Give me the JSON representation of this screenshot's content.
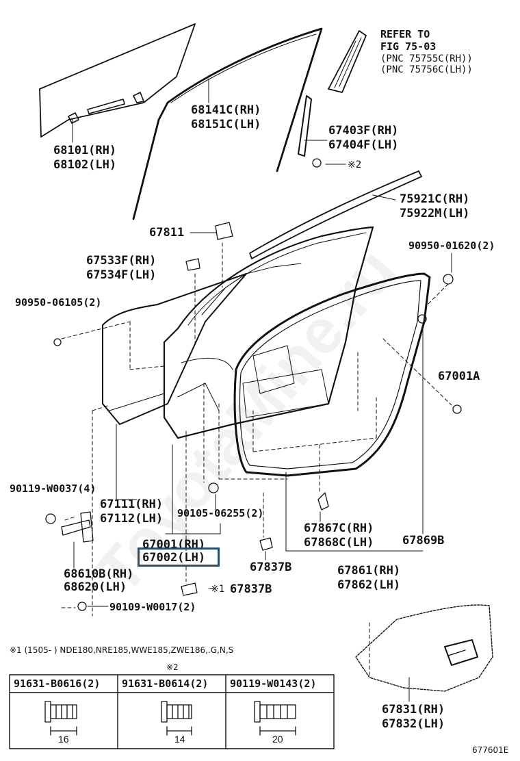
{
  "refer": {
    "line1": "REFER TO",
    "line2": "FIG 75-03",
    "line3": "(PNC 75755C(RH))",
    "line4": "(PNC 75756C(LH))"
  },
  "parts": {
    "p68101": "68101(RH)",
    "p68102": "68102(LH)",
    "p68141": "68141C(RH)",
    "p68151": "68151C(LH)",
    "p67403": "67403F(RH)",
    "p67404": "67404F(LH)",
    "note2_bolt": "※2",
    "p75921": "75921C(RH)",
    "p75922": "75922M(LH)",
    "p67811": "67811",
    "p67533": "67533F(RH)",
    "p67534": "67534F(LH)",
    "p90950a": "90950-01620(2)",
    "p90950b": "90950-06105(2)",
    "p67001a": "67001A",
    "p90119": "90119-W0037(4)",
    "p67111": "67111(RH)",
    "p67112": "67112(LH)",
    "p90105": "90105-06255(2)",
    "p67867": "67867C(RH)",
    "p67868": "67868C(LH)",
    "p67869": "67869B",
    "p67001": "67001(RH)",
    "p67002": "67002(LH)",
    "p67837a": "67837B",
    "p67837b": "67837B",
    "note1_mark": "※1",
    "p68610": "68610B(RH)",
    "p68620": "68620(LH)",
    "p67861": "67861(RH)",
    "p67862": "67862(LH)",
    "p90109": "90109-W0017(2)",
    "p67831": "67831(RH)",
    "p67832": "67832(LH)"
  },
  "footnote": {
    "text": "※1 (1505-      ) NDE180,NRE185,WWE185,ZWE186,.G,N,S",
    "note2": "※2"
  },
  "bolt_table": [
    {
      "part": "91631-B0616(2)",
      "dim": "16"
    },
    {
      "part": "91631-B0614(2)",
      "dim": "14"
    },
    {
      "part": "90119-W0143(2)",
      "dim": "20"
    }
  ],
  "figure_code": "677601E",
  "watermark": "ToyotaMine.ru"
}
